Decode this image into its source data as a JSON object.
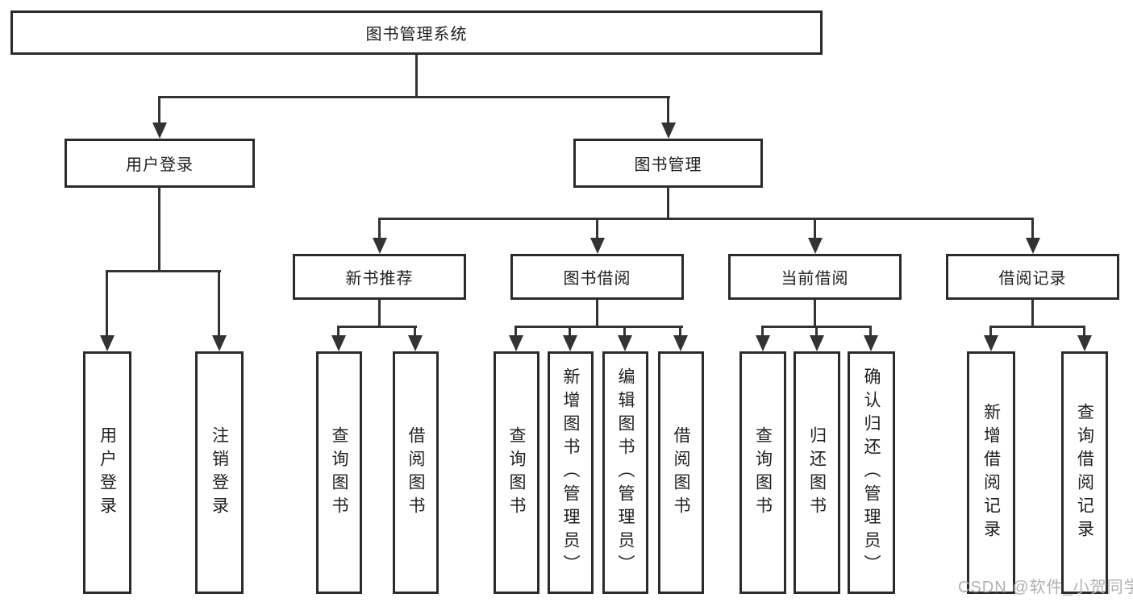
{
  "diagram": {
    "title": "图书管理系统",
    "line_color": "#333333",
    "box_border_color": "#2b2b2b",
    "text_color": "#1f1f1f",
    "watermark": {
      "text": "CSDN @软件_小贺同学",
      "color": "#b1b1b1"
    },
    "nodes": {
      "root": "图书管理系统",
      "level2": [
        "用户登录",
        "图书管理"
      ],
      "level3": [
        "新书推荐",
        "图书借阅",
        "当前借阅",
        "借阅记录"
      ],
      "leaves": [
        "用户登录",
        "注销登录",
        "查询图书",
        "借阅图书",
        "查询图书",
        "新增图书（管理员）",
        "编辑图书（管理员）",
        "借阅图书",
        "查询图书",
        "归还图书",
        "确认归还（管理员）",
        "新增借阅记录",
        "查询借阅记录"
      ]
    }
  }
}
